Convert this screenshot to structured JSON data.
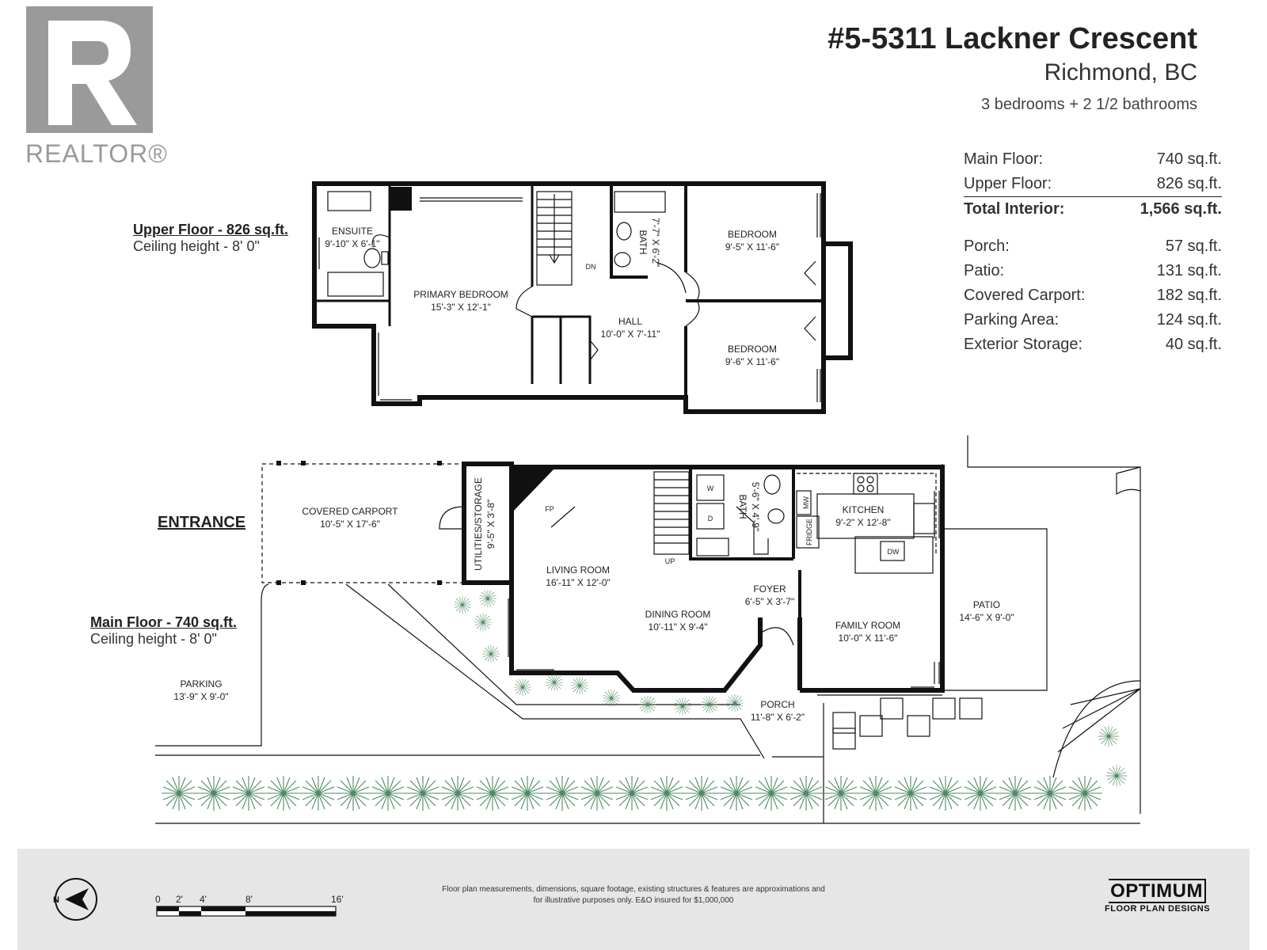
{
  "header": {
    "logo_text": "REALTOR®",
    "address_line1": "#5-5311 Lackner Crescent",
    "address_line2": "Richmond, BC",
    "summary": "3 bedrooms + 2 1/2 bathrooms"
  },
  "areas": [
    {
      "label": "Main Floor:",
      "value": "740 sq.ft."
    },
    {
      "label": "Upper Floor:",
      "value": "826 sq.ft."
    },
    {
      "label": "Total Interior:",
      "value": "1,566 sq.ft."
    },
    {
      "label": "Porch:",
      "value": "57 sq.ft."
    },
    {
      "label": "Patio:",
      "value": "131 sq.ft."
    },
    {
      "label": "Covered Carport:",
      "value": "182 sq.ft."
    },
    {
      "label": "Parking Area:",
      "value": "124 sq.ft."
    },
    {
      "label": "Exterior Storage:",
      "value": "40 sq.ft."
    }
  ],
  "upper_floor": {
    "title": "Upper Floor - 826 sq.ft.",
    "ceiling": "Ceiling height - 8' 0\"",
    "rooms": [
      {
        "name": "ENSUITE",
        "dims": "9'-10\" X 6'-1\""
      },
      {
        "name": "PRIMARY BEDROOM",
        "dims": "15'-3\" X 12'-1\""
      },
      {
        "name": "BATH",
        "dims": "7'-7\" X 6'-2\""
      },
      {
        "name": "BEDROOM",
        "dims": "9'-5\" X 11'-6\""
      },
      {
        "name": "HALL",
        "dims": "10'-0\" X 7'-11\""
      },
      {
        "name": "BEDROOM",
        "dims": "9'-6\" X 11'-6\""
      }
    ],
    "labels": {
      "dn": "DN"
    }
  },
  "main_floor": {
    "title": "Main Floor - 740 sq.ft.",
    "ceiling": "Ceiling height - 8' 0\"",
    "entrance": "ENTRANCE",
    "rooms": [
      {
        "name": "COVERED CARPORT",
        "dims": "10'-5\" X 17'-6\""
      },
      {
        "name": "UTILITIES/STORAGE",
        "dims": "9'-5\" X 3'-8\""
      },
      {
        "name": "LIVING ROOM",
        "dims": "16'-11\" X 12'-0\""
      },
      {
        "name": "BATH",
        "dims": "5'-6\" X 4'-9\""
      },
      {
        "name": "KITCHEN",
        "dims": "9'-2\" X 12'-8\""
      },
      {
        "name": "FOYER",
        "dims": "6'-5\" X 3'-7\""
      },
      {
        "name": "DINING ROOM",
        "dims": "10'-11\" X 9'-4\""
      },
      {
        "name": "FAMILY ROOM",
        "dims": "10'-0\" X 11'-6\""
      },
      {
        "name": "PATIO",
        "dims": "14'-6\" X 9'-0\""
      },
      {
        "name": "PARKING",
        "dims": "13'-9\" X 9'-0\""
      },
      {
        "name": "PORCH",
        "dims": "11'-8\" X 6'-2\""
      }
    ],
    "labels": {
      "fp": "FP",
      "up": "UP",
      "w": "W",
      "d": "D",
      "mw": "MW",
      "fridge": "FRIDGE",
      "dw": "DW"
    }
  },
  "footer": {
    "scale_ticks": [
      "0",
      "2'",
      "4'",
      "8'",
      "16'"
    ],
    "north": "N",
    "disclaimer_line1": "Floor plan measurements, dimensions, square footage, existing structures & features are approximations and",
    "disclaimer_line2": "for illustrative purposes only.  E&O insured for $1,000,000",
    "brand": "OPTIMUM",
    "brand_sub": "FLOOR PLAN DESIGNS"
  },
  "colors": {
    "wall": "#111111",
    "plant": "#4e8a63",
    "logo_gray": "#9a9a9a",
    "footer": "#e6e6e6"
  }
}
